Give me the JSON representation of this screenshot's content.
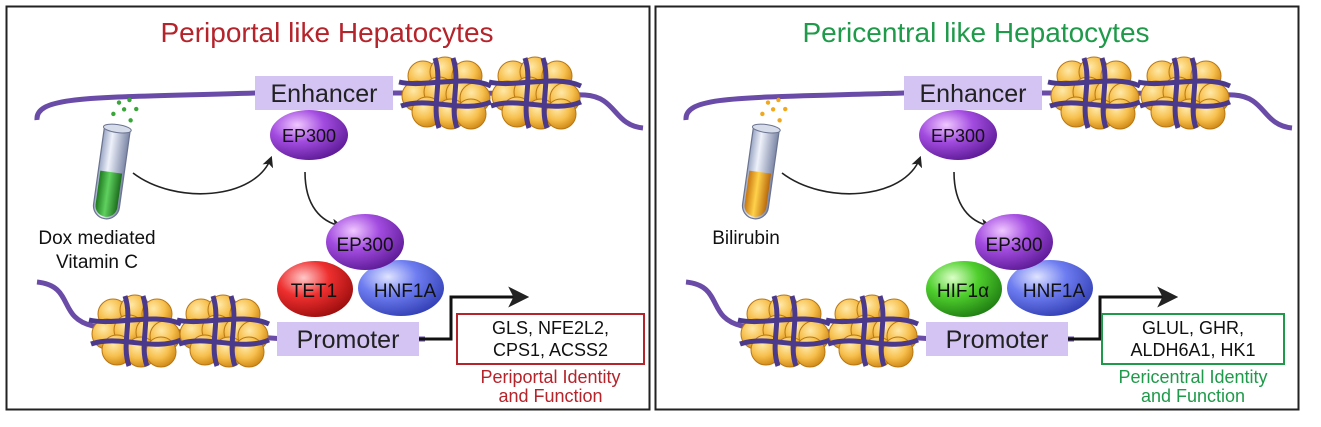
{
  "panels": [
    {
      "title": "Periportal like Hepatocytes",
      "title_color": "#b5232b",
      "enhancer_label": "Enhancer",
      "promoter_label": "Promoter",
      "ep300_label": "EP300",
      "complex": [
        "EP300",
        "TET1",
        "HNF1A"
      ],
      "tf_color": "#e53131",
      "tube_label_lines": [
        "Dox mediated",
        "Vitamin C"
      ],
      "tube_liquid_color": "#3aa63a",
      "genes_lines": [
        "GLS, NFE2L2,",
        "CPS1, ACSS2"
      ],
      "box_color": "#b5232b",
      "identity_lines": [
        "Periportal Identity",
        "and Function"
      ],
      "identity_color": "#b5232b"
    },
    {
      "title": "Pericentral like Hepatocytes",
      "title_color": "#1f9a4a",
      "enhancer_label": "Enhancer",
      "promoter_label": "Promoter",
      "ep300_label": "EP300",
      "complex": [
        "EP300",
        "HIF1α",
        "HNF1A"
      ],
      "tf_color": "#3fbe2e",
      "tube_label_lines": [
        "Bilirubin"
      ],
      "tube_liquid_color": "#f1a81d",
      "genes_lines": [
        "GLUL, GHR,",
        "ALDH6A1, HK1"
      ],
      "box_color": "#1f9a4a",
      "identity_lines": [
        "Pericentral Identity",
        "and Function"
      ],
      "identity_color": "#1f9a4a"
    }
  ]
}
